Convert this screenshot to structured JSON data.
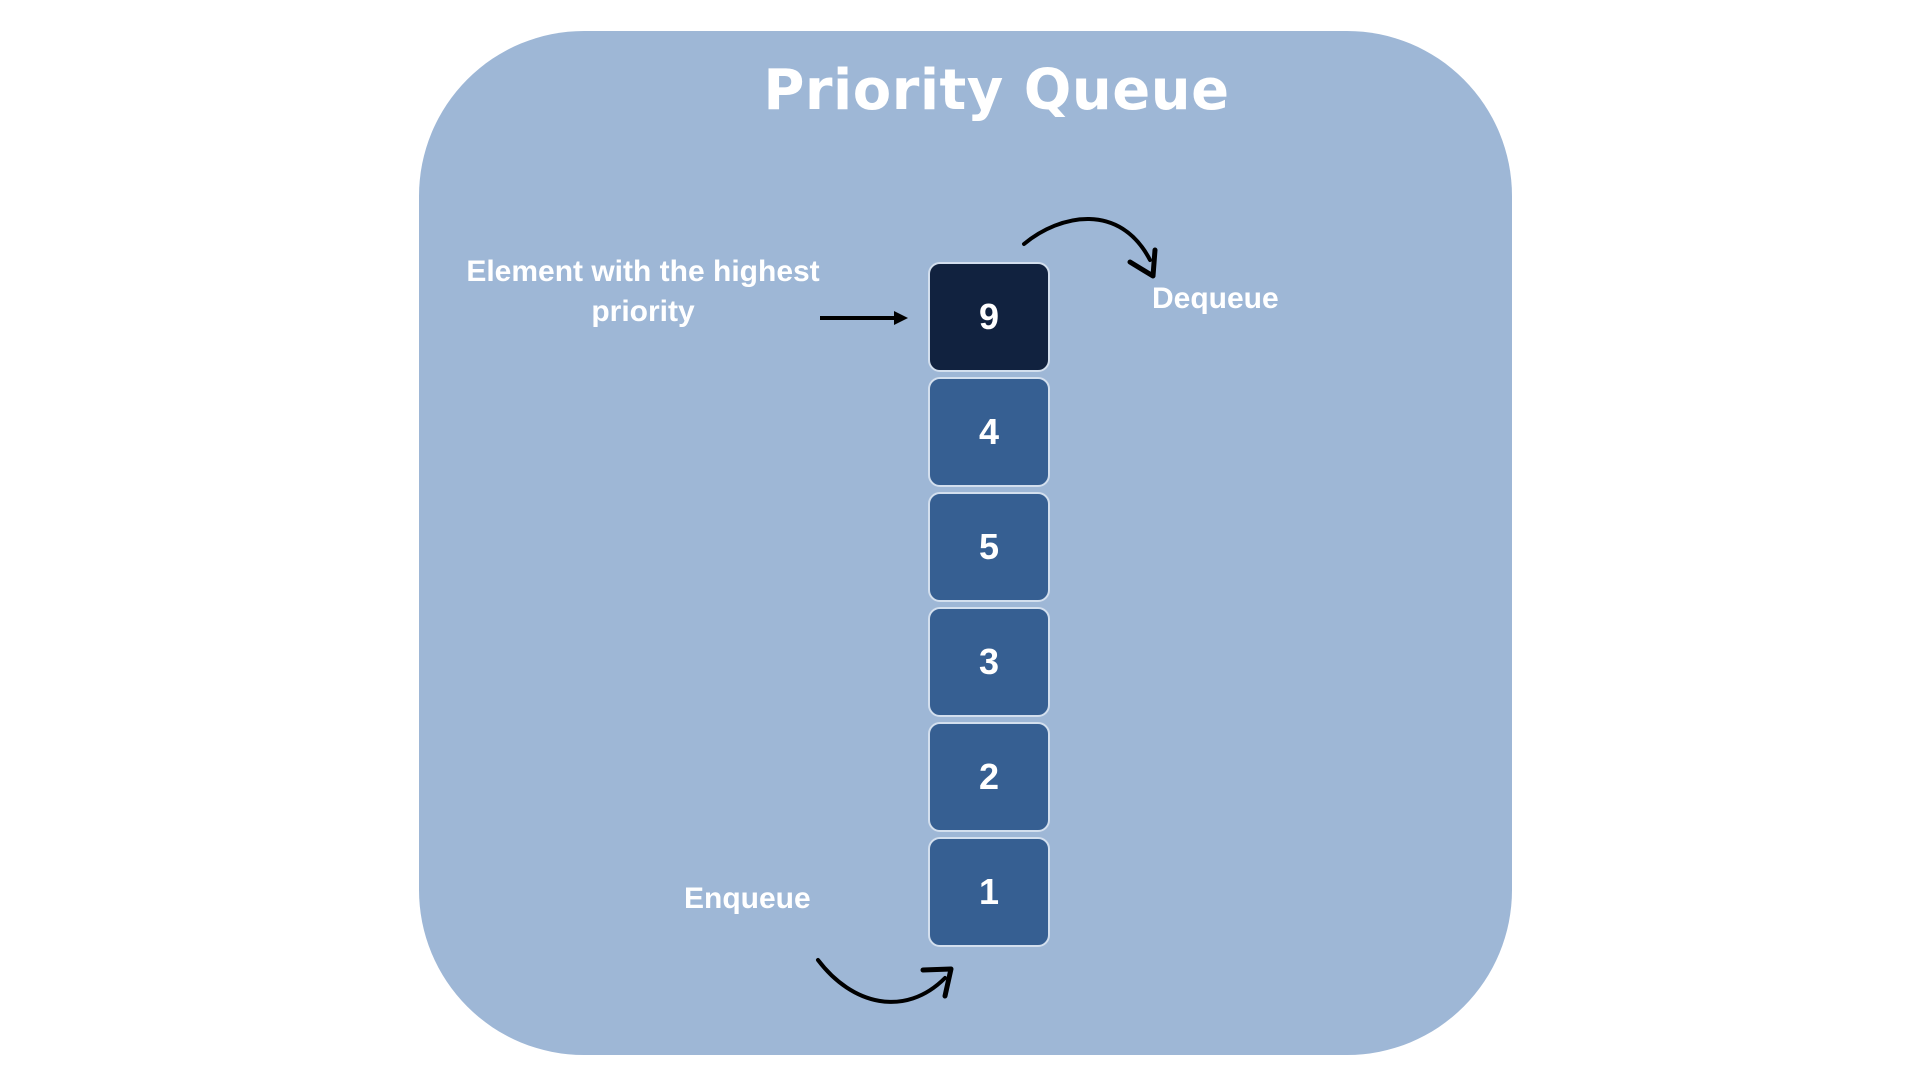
{
  "title": "Priority Queue",
  "labels": {
    "highest": "Element with the highest priority",
    "dequeue": "Dequeue",
    "enqueue": "Enqueue"
  },
  "queue": [
    "9",
    "4",
    "5",
    "3",
    "2",
    "1"
  ],
  "colors": {
    "panel": "#9eb7d6",
    "cell": "#365f92",
    "top_cell": "#11223f",
    "text": "#ffffff",
    "arrow": "#000000"
  }
}
